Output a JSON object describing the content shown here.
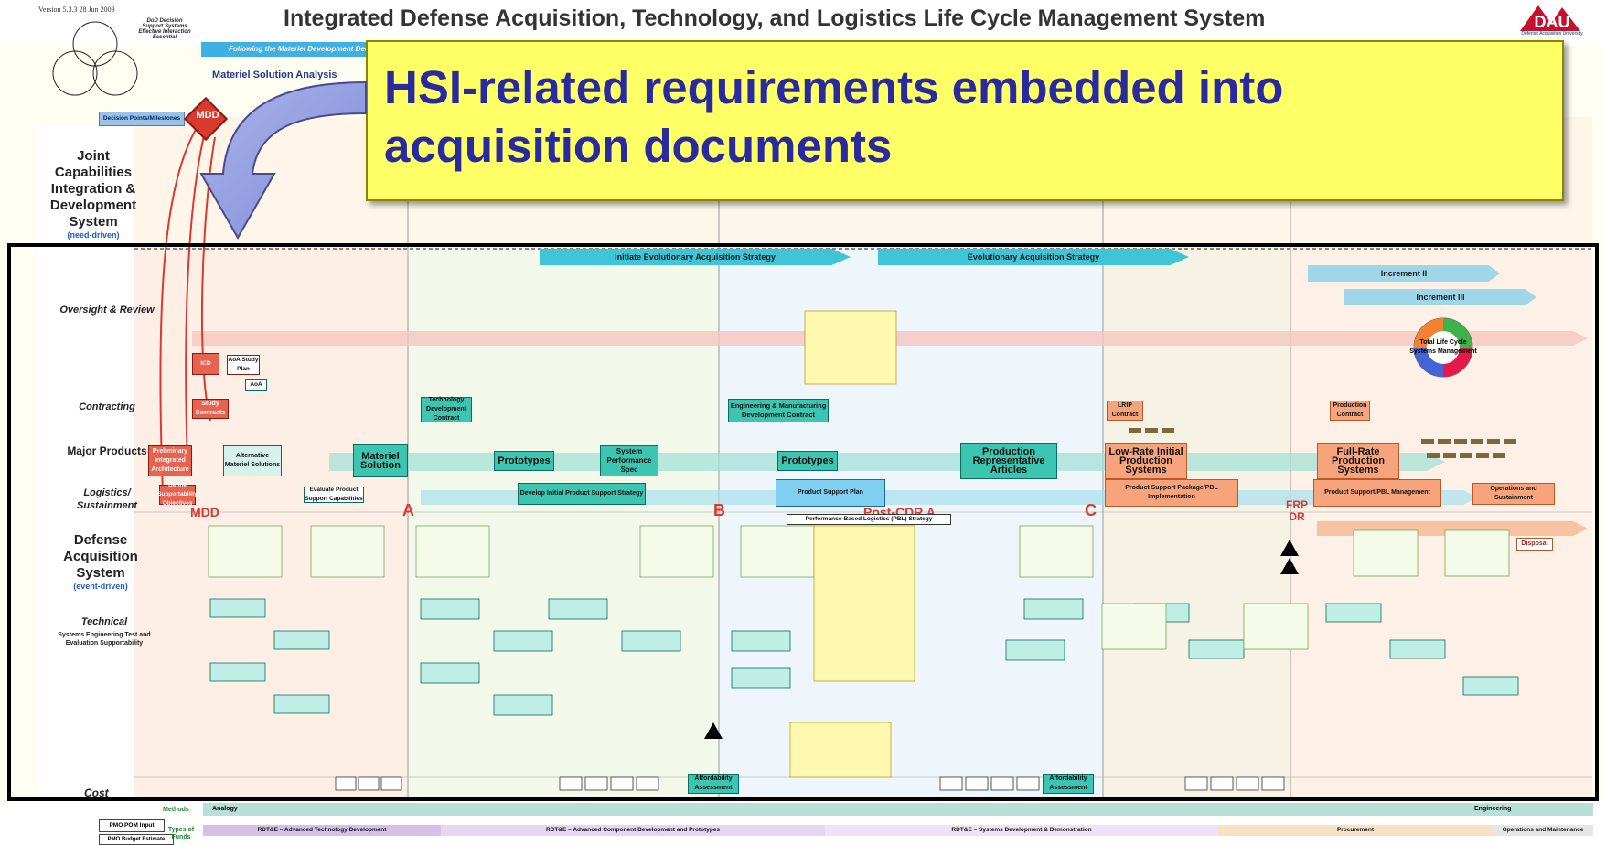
{
  "header": {
    "version": "Version 5.3.3  28 Jun 2009",
    "system_title": "Integrated Defense Acquisition, Technology, and Logistics Life Cycle Management System",
    "logo_text": "DAU",
    "logo_sub": "Defense Acquisition University",
    "decision_support": "DoD Decision Support Systems Effective Interaction Essential"
  },
  "banners": {
    "materiel": "Following the Materiel Development Decision",
    "msa": "Materiel Solution Analysis",
    "decision_points": "Decision Points/Milestones",
    "mdd": "MDD",
    "initiate_strategy": "Initiate Evolutionary Acquisition Strategy",
    "evolutionary_strategy": "Evolutionary Acquisition Strategy",
    "increment_2": "Increment II",
    "increment_3": "Increment III"
  },
  "left_labels": {
    "jcids": "Joint Capabilities Integration & Development System",
    "jcids_sub": "(need-driven)",
    "oversight": "Oversight & Review",
    "contracting": "Contracting",
    "major_products": "Major Products",
    "logistics": "Logistics/ Sustainment",
    "das": "Defense Acquisition System",
    "das_sub": "(event-driven)",
    "technical": "Technical",
    "technical_sub": "Systems Engineering Test and Evaluation Supportability",
    "cost": "Cost",
    "dollar": "$",
    "pmo_input": "PMO POM Input",
    "pmo_budget": "PMO Budget Estimate",
    "methods": "Methods",
    "types_of_funds": "Types of Funds"
  },
  "milestones": {
    "mdd": "MDD",
    "a": "A",
    "b": "B",
    "post_cdr": "Post-CDR A",
    "c": "C",
    "frp": "FRP DR"
  },
  "products": {
    "materiel_solution": "Materiel Solution",
    "prototypes_1": "Prototypes",
    "prototypes_2": "Prototypes",
    "production_articles": "Production Representative Articles",
    "lrip_systems": "Low-Rate Initial Production Systems",
    "full_rate_systems": "Full-Rate Production Systems",
    "technology_contract": "Technology Development Contract",
    "emd_contract": "Engineering & Manufacturing Development Contract",
    "lrip_contract": "LRIP Contract",
    "production_contract": "Production Contract",
    "system_perf_spec": "System Performance Spec",
    "product_support_plan": "Product Support Plan",
    "pbl_strategy": "Performance-Based Logistics (PBL) Strategy",
    "product_support_package": "Product Support Package/PBL Implementation",
    "product_support_mgmt": "Product Support/PBL Management",
    "ops_sustainment": "Operations and Sustainment",
    "study_contracts": "Study Contracts",
    "aoa": "AoA",
    "aoa_study_plan": "AoA Study Plan",
    "prelim_arch": "Preliminary Integrated Architecture",
    "alt_solutions": "Alternative Materiel Solutions",
    "define_support": "Define Supportability Objectives",
    "evaluate_support": "Evaluate Product Support Capabilities",
    "develop_strategy": "Develop Initial Product Support Strategy",
    "affordability_1": "Affordability Assessment",
    "affordability_2": "Affordability Assessment",
    "ico": "ICD",
    "total_life_cycle": "Total Life Cycle Systems Management",
    "disposal": "Disposal"
  },
  "callout": {
    "text_line1": "HSI-related requirements embedded into",
    "text_line2": "acquisition  documents"
  },
  "bottom": {
    "analogy": "Analogy",
    "engineering": "Engineering",
    "rdte_1": "RDT&E – Advanced Technology Development",
    "rdte_2": "RDT&E – Advanced Component Development and Prototypes",
    "rdte_3": "RDT&E – Systems Development & Demonstration",
    "procurement": "Procurement",
    "om": "Operations and Maintenance"
  },
  "colors": {
    "callout_bg": "#ffff66",
    "callout_text": "#2a2aa0",
    "teal": "#3cc5b0",
    "red": "#e8624f",
    "orange": "#f7a47c",
    "milestone_red": "#d83a2e"
  }
}
